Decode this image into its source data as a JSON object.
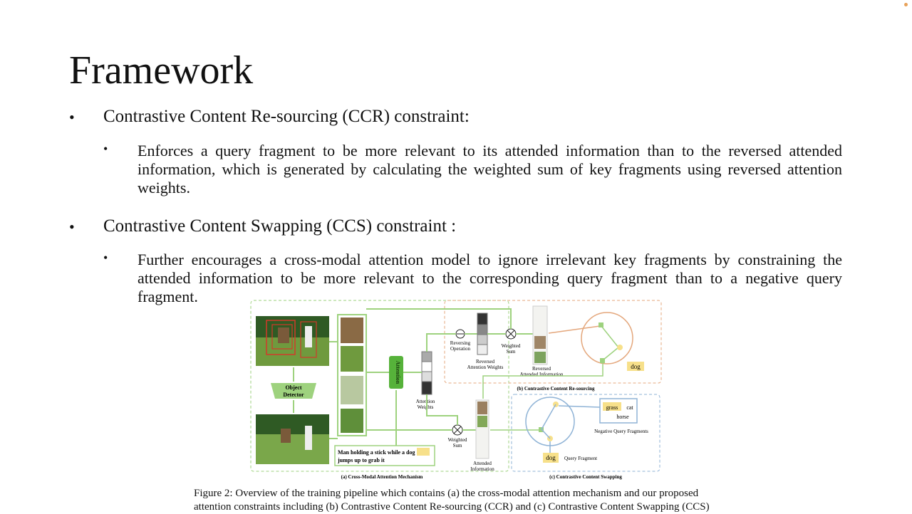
{
  "slide": {
    "title": "Framework",
    "bullets": [
      {
        "text": "Contrastive Content Re-sourcing (CCR) constraint:",
        "sub": "Enforces a query fragment to be more relevant to its attended information than to the reversed attended information, which is generated by calculating the weighted sum of key fragments using reversed attention weights."
      },
      {
        "text": "Contrastive Content Swapping (CCS) constraint :",
        "sub": "Further encourages a cross-modal attention model to ignore irrelevant key fragments by constraining the attended information to be more relevant to the corresponding query fragment than to a negative query fragment."
      }
    ],
    "bullet_glyph": "•"
  },
  "figure": {
    "object_detector": [
      "Object",
      "Detector"
    ],
    "attention": "Attention",
    "attention_weights": [
      "Attention",
      "Weights"
    ],
    "reversing_operation": [
      "Reversing",
      "Operation"
    ],
    "weighted_sum": [
      "Weighted",
      "Sum"
    ],
    "reversed_attention_weights": [
      "Reversed",
      "Attention Weights"
    ],
    "reversed_attended_information": [
      "Reversed",
      "Attended Information"
    ],
    "attended_information": [
      "Attended",
      "Information"
    ],
    "query_word": "dog",
    "query_fragment": "Query Fragment",
    "negative_words": [
      "grass",
      "cat",
      "horse"
    ],
    "negative_query_fragments": "Negative Query Fragments",
    "sentence": [
      "Man holding a stick while a",
      "dog",
      "jumps up to grab it"
    ],
    "panel_a": "(a) Cross-Modal Attention Mechanism",
    "panel_b": "(b) Contrastive Content Re-sourcing",
    "panel_c": "(c) Contrastive Content Swapping",
    "colors": {
      "green": "#9ed27e",
      "dark_green": "#56b23a",
      "orange": "#e4a77c",
      "blue": "#8fb3d6",
      "highlight": "#f7e08a"
    }
  },
  "caption": {
    "line1": "Figure 2: Overview of the training pipeline which contains (a) the cross-modal attention mechanism and our proposed",
    "line2": "attention constraints including (b) Contrastive Content Re-sourcing (CCR) and (c) Contrastive Content Swapping (CCS)"
  }
}
